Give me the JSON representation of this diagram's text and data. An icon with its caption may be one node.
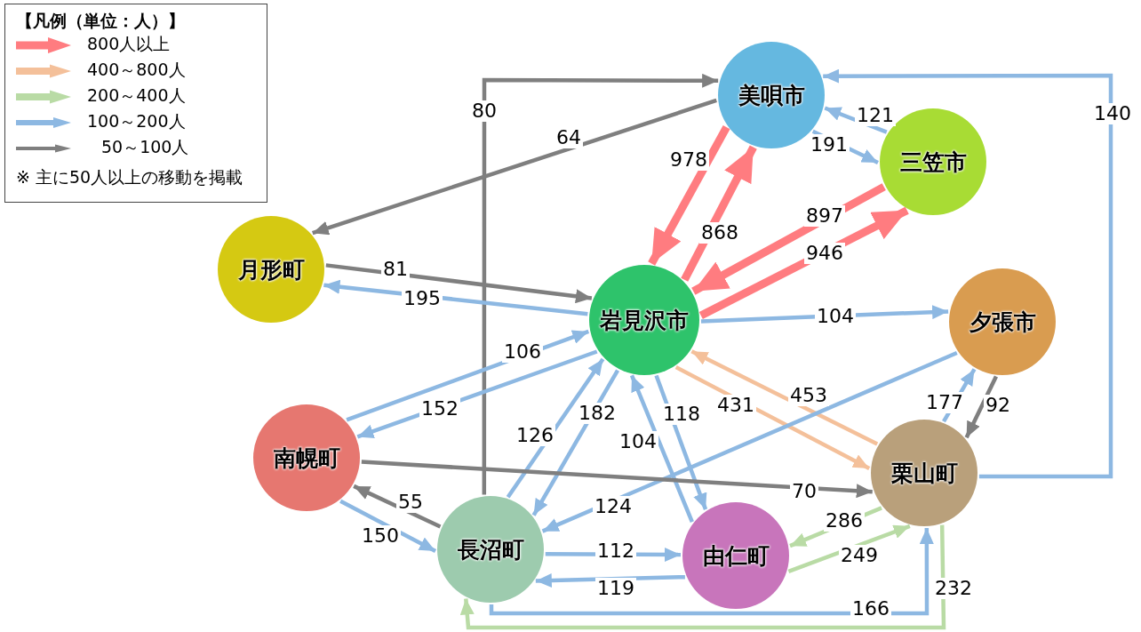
{
  "diagram": {
    "nodes": [
      {
        "text": [
          "美唄市"
        ]
      },
      {
        "text": [
          "三笠市"
        ]
      },
      {
        "text": [
          "月形町"
        ]
      },
      {
        "text": [
          "岩見沢市"
        ]
      },
      {
        "text": [
          "夕張市"
        ]
      },
      {
        "text": [
          "南幌町"
        ]
      },
      {
        "text": [
          "栗山町"
        ]
      },
      {
        "text": [
          "長沼町"
        ]
      },
      {
        "text": [
          "由仁町"
        ]
      }
    ],
    "edges": [
      {
        "from": 7,
        "to": 0,
        "arrow": "to",
        "label": "80",
        "color": "#7f7f7f"
      },
      {
        "from": 0,
        "to": 2,
        "arrow": "to",
        "label": "64",
        "color": "#7f7f7f"
      },
      {
        "from": 0,
        "to": 3,
        "arrow": "to",
        "label": "978",
        "color": "#ff7c80",
        "style": "thick"
      },
      {
        "from": 3,
        "to": 0,
        "arrow": "to",
        "label": "868",
        "color": "#ff7c80",
        "style": "thick"
      },
      {
        "from": 1,
        "to": 0,
        "arrow": "to",
        "label": "121"
      },
      {
        "from": 0,
        "to": 1,
        "arrow": "to",
        "label": "191"
      },
      {
        "from": 6,
        "to": 0,
        "arrow": "to",
        "label": "140"
      },
      {
        "from": 1,
        "to": 3,
        "arrow": "to",
        "label": "897",
        "color": "#ff7c80",
        "style": "thick"
      },
      {
        "from": 3,
        "to": 1,
        "arrow": "to",
        "label": "946",
        "color": "#ff7c80",
        "style": "thick"
      },
      {
        "from": 2,
        "to": 3,
        "arrow": "to",
        "label": "81",
        "color": "#7f7f7f"
      },
      {
        "from": 3,
        "to": 2,
        "arrow": "to",
        "label": "195"
      },
      {
        "from": 3,
        "to": 4,
        "arrow": "to",
        "label": "104"
      },
      {
        "from": 5,
        "to": 3,
        "arrow": "to",
        "label": "106"
      },
      {
        "from": 3,
        "to": 5,
        "arrow": "to",
        "label": "152"
      },
      {
        "from": 7,
        "to": 3,
        "arrow": "to",
        "label": "126"
      },
      {
        "from": 3,
        "to": 7,
        "arrow": "to",
        "label": "182"
      },
      {
        "from": 8,
        "to": 3,
        "arrow": "to",
        "label": "104"
      },
      {
        "from": 3,
        "to": 8,
        "arrow": "to",
        "label": "118"
      },
      {
        "from": 3,
        "to": 6,
        "arrow": "to",
        "label": "431",
        "color": "#f4c09a"
      },
      {
        "from": 6,
        "to": 3,
        "arrow": "to",
        "label": "453",
        "color": "#f4c09a"
      },
      {
        "from": 6,
        "to": 4,
        "arrow": "to",
        "label": "177"
      },
      {
        "from": 4,
        "to": 6,
        "arrow": "to",
        "label": "92",
        "color": "#7f7f7f"
      },
      {
        "from": 4,
        "to": 7,
        "arrow": "to",
        "label": "124"
      },
      {
        "from": 5,
        "to": 6,
        "arrow": "to",
        "label": "70",
        "color": "#7f7f7f"
      },
      {
        "from": 7,
        "to": 5,
        "arrow": "to",
        "label": "55",
        "color": "#7f7f7f"
      },
      {
        "from": 5,
        "to": 7,
        "arrow": "to",
        "label": "150"
      },
      {
        "from": 7,
        "to": 8,
        "arrow": "to",
        "label": "112"
      },
      {
        "from": 8,
        "to": 7,
        "arrow": "to",
        "label": "119"
      },
      {
        "from": 6,
        "to": 8,
        "arrow": "to",
        "label": "286",
        "color": "#b9dba5"
      },
      {
        "from": 8,
        "to": 6,
        "arrow": "to",
        "label": "249",
        "color": "#b9dba5"
      },
      {
        "from": 7,
        "to": 6,
        "arrow": "to",
        "label": "166"
      },
      {
        "from": 6,
        "to": 7,
        "arrow": "to",
        "label": "232",
        "color": "#b9dba5"
      }
    ],
    "labels": [
      "【凡例（単位：人）】",
      "※ 主に50人以上の移動を掲載"
    ],
    "legend": [
      {
        "text": "800人以上",
        "color": "#ff7c80"
      },
      {
        "text": "400～800人",
        "color": "#f4c09a"
      },
      {
        "text": "200～400人",
        "color": "#b9dba5"
      },
      {
        "text": "100～200人",
        "color": "#8db8e2"
      },
      {
        "text": "50～100人",
        "color": "#7f7f7f"
      }
    ]
  }
}
